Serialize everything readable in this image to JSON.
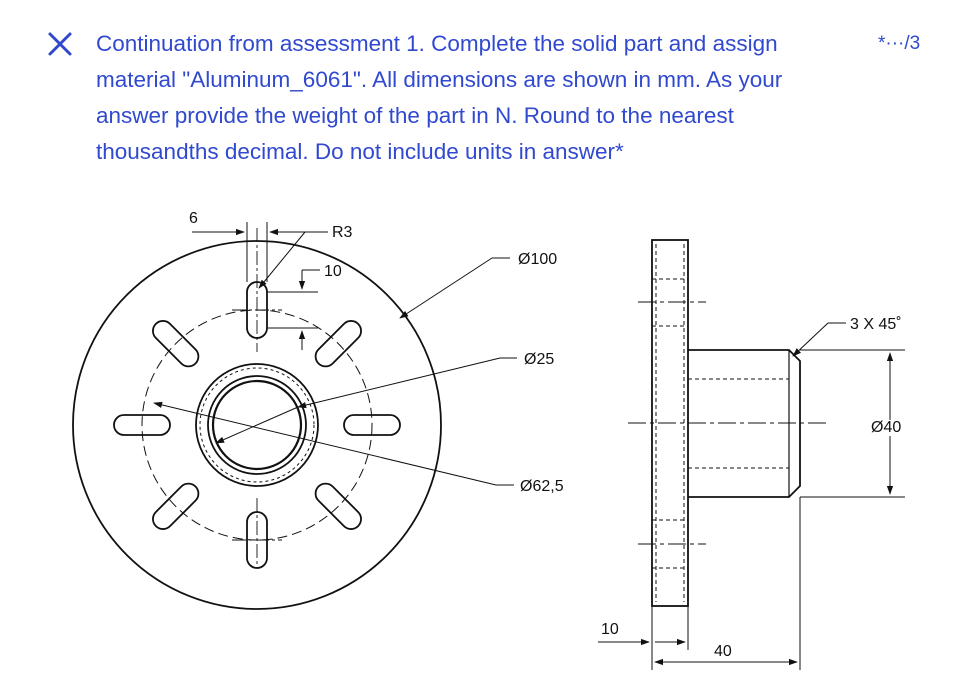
{
  "question": {
    "status_icon": "incorrect-x-icon",
    "text": "Continuation from assessment 1. Complete the solid part and assign material \"Aluminum_6061\". All dimensions are shown in mm. As your answer provide the weight of the part in N. Round to the nearest thousandths decimal. Do not include units in answer*",
    "score": "*···/3"
  },
  "colors": {
    "question_text": "#3049cf",
    "status_icon": "#3049cf",
    "drawing_lines": "#111111"
  },
  "drawing": {
    "front_view": {
      "dim_slot_width": "6",
      "dim_slot_radius": "R3",
      "dim_slot_length": "10",
      "dim_outer_diameter": "Ø100",
      "dim_bore_diameter": "Ø25",
      "dim_bolt_circle": "Ø62,5"
    },
    "side_view": {
      "dim_chamfer": "3 X 45˚",
      "dim_boss_diameter": "Ø40",
      "dim_flange_thickness": "10",
      "dim_total_length": "40"
    }
  }
}
